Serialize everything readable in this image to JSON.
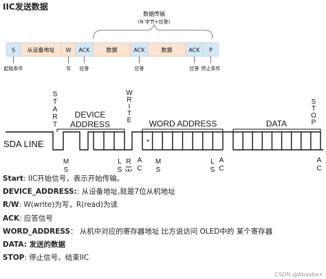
{
  "title": "IIC发送数据",
  "frame": {
    "group_title": "数据传输",
    "group_subtitle": "(N 字节+应答)",
    "cells": [
      {
        "text": "S",
        "color": "#d5e8f7"
      },
      {
        "text": "从设备地址",
        "color": "#fbe3d0"
      },
      {
        "text": "W",
        "color": "#fbe3d0"
      },
      {
        "text": "ACK",
        "color": "#d5e8f7"
      },
      {
        "text": "数据",
        "color": "#fbe3d0"
      },
      {
        "text": "ACK",
        "color": "#d5e8f7"
      },
      {
        "text": "数据",
        "color": "#fbe3d0"
      },
      {
        "text": "ACK",
        "color": "#d5e8f7"
      },
      {
        "text": "P",
        "color": "#d5e8f7"
      }
    ],
    "labels": [
      "起始条件",
      "写",
      "应答",
      "应答",
      "应答",
      "停止条件"
    ]
  },
  "timing": {
    "start": "START",
    "device_address": [
      "DEVICE",
      "ADDRESS"
    ],
    "write": "WRITE",
    "word_address": "WORD ADDRESS",
    "data": "DATA",
    "stop": "STOP",
    "sda_line": "SDA LINE",
    "star": "*",
    "msb": "MSB",
    "lsb": "LSB",
    "rw": "R/W",
    "ack": "ACK"
  },
  "legend": [
    {
      "term": "Start",
      "desc": ": IIC开始信号，表示开始传输。"
    },
    {
      "term": "DEVICE_ADDRESS:",
      "desc": ": 从设备地址,就是7位从机地址"
    },
    {
      "term": "R/W",
      "desc": ":   W(write)为写，R(read)为读"
    },
    {
      "term": "ACK",
      "desc": ":   应答信号"
    },
    {
      "term": "WORD_ADDRESS",
      "desc": "：  从机中对应的寄存器地址 比方说访问 OLED中的 某个寄存器"
    },
    {
      "term": "DATA",
      "desc": ": 发送的数据",
      "desc_bold": true
    },
    {
      "term": "STOP",
      "desc": ": 停止信号。结束IIC"
    }
  ],
  "watermark": "CSDN @Abaaba+"
}
